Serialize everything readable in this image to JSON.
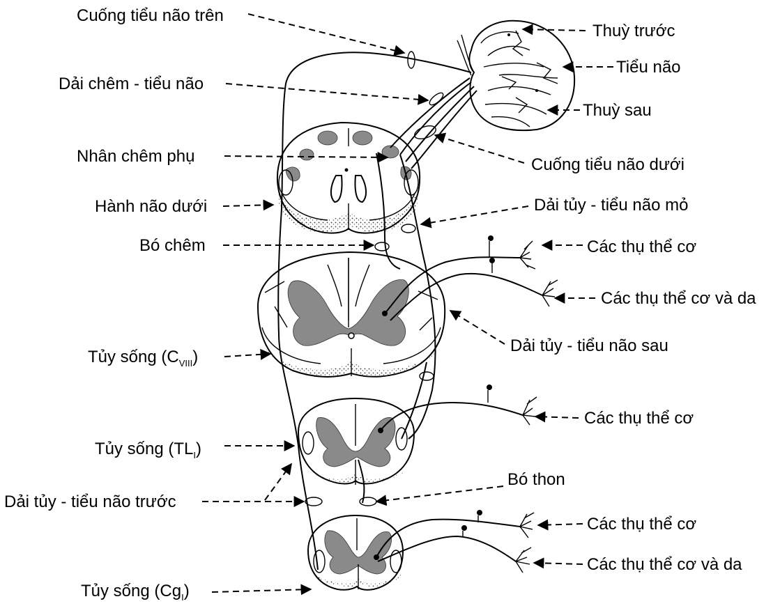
{
  "labels": {
    "cuong_tieu_nao_tren": "Cuống tiểu não trên",
    "dai_chem_tieu_nao": "Dải chêm - tiểu não",
    "nhan_chem_phu": "Nhân chêm phụ",
    "hanh_nao_duoi": "Hành não dưới",
    "bo_chem": "Bó chêm",
    "tuy_song_cviii_main": "Tủy sống (C",
    "tuy_song_cviii_sub": "VIII",
    "tuy_song_cviii_close": ")",
    "tuy_song_tl_main": "Tủy sống (TL",
    "tuy_song_tl_sub": "I",
    "tuy_song_tl_close": ")",
    "dai_tuy_tieu_nao_truoc": "Dải tủy - tiểu não trước",
    "tuy_song_cg_main": "Tủy sống (Cg",
    "tuy_song_cg_sub": "I",
    "tuy_song_cg_close": ")",
    "thuy_truoc": "Thuỳ trước",
    "tieu_nao": "Tiểu não",
    "thuy_sau": "Thuỳ sau",
    "cuong_tieu_nao_duoi": "Cuống tiểu não dưới",
    "dai_tuy_tieu_nao_mo": "Dải tủy - tiểu não mỏ",
    "cac_thu_the_co_1": "Các thụ thể cơ",
    "cac_thu_the_co_va_da_1": "Các thụ thể cơ và da",
    "dai_tuy_tieu_nao_sau": "Dải tủy - tiểu não sau",
    "cac_thu_the_co_2": "Các thụ thể cơ",
    "bo_thon": "Bó thon",
    "cac_thu_the_co_3": "Các thụ thể cơ",
    "cac_thu_the_co_va_da_2": "Các thụ thể cơ và da"
  },
  "colors": {
    "ink": "#000000",
    "grey_matter": "#8a8a8a",
    "background": "#ffffff"
  }
}
